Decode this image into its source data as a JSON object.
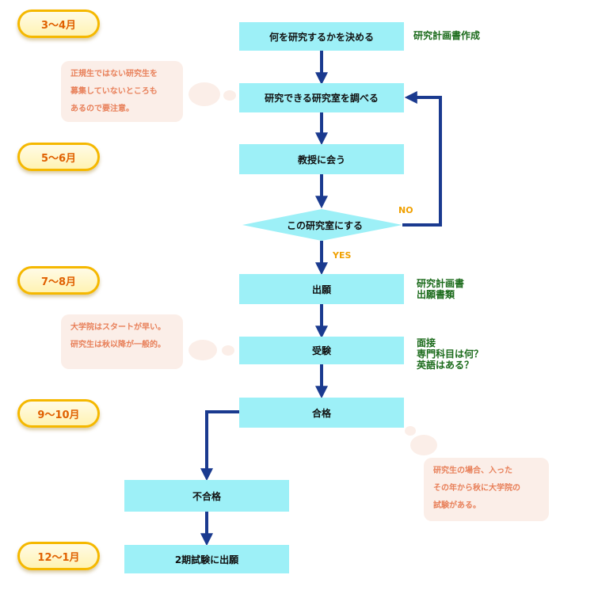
{
  "months": [
    "3〜4月",
    "5〜6月",
    "7〜8月",
    "9〜10月",
    "12〜1月"
  ],
  "steps": {
    "decide_topic": "何を研究するかを決める",
    "research_labs": "研究できる研究室を調べる",
    "meet_professor": "教授に会う",
    "decision": "この研究室にする",
    "apply": "出願",
    "exam": "受験",
    "pass": "合格",
    "fail": "不合格",
    "second_apply": "2期試験に出願"
  },
  "labels": {
    "yes": "YES",
    "no": "NO"
  },
  "notes": {
    "plan": "研究計画書作成",
    "documents": "研究計画書\n出願書類",
    "interview": "面接\n専門科目は何？\n英語はある？"
  },
  "bubbles": {
    "research_student_warning": "正規生ではない研究生を\n募集していないところも\nあるので要注意。",
    "early_graduate": "大学院はスタートが早い。\n研究生は秋以降が一般的。",
    "research_student_case": "研究生の場合、入った\nその年から秋に大学院の\n試験がある。"
  },
  "colors": {
    "box": "#9df0f7",
    "arrow": "#1a3a8f",
    "note": "#1a6a1a",
    "bubble_bg": "#fbeee8",
    "bubble_text": "#e8805a",
    "month_border": "#f5b800",
    "month_text": "#e06000",
    "yesno": "#f0a000"
  }
}
